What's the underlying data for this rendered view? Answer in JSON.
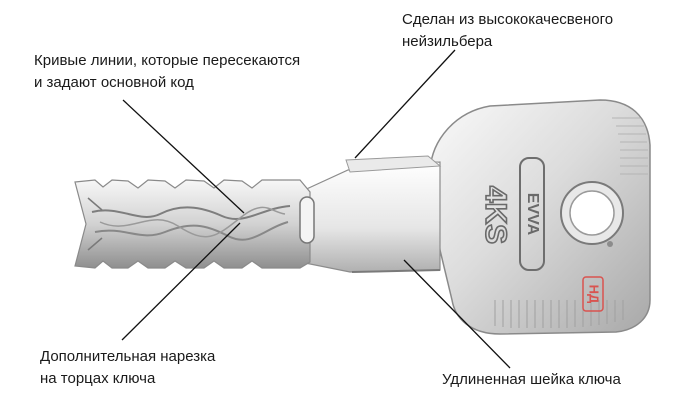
{
  "labels": {
    "material": {
      "line1": "Сделан из высококачесвеного",
      "line2": "нейзильбера"
    },
    "curves": {
      "line1": "Кривые линии, которые пересекаются",
      "line2": "и задают основной код"
    },
    "edges": {
      "line1": "Дополнительная нарезка",
      "line2": "на торцах ключа"
    },
    "neck": {
      "line1": "Удлиненная шейка ключа"
    }
  },
  "key": {
    "brand_mark": "EVVA",
    "model_mark": "4KS"
  },
  "watermark": {
    "text": "НД"
  },
  "colors": {
    "metal_light": "#f4f4f4",
    "metal_mid": "#d6d6d6",
    "metal_dark": "#9a9a9a",
    "leader_line": "#111111",
    "watermark": "#d9534f"
  }
}
